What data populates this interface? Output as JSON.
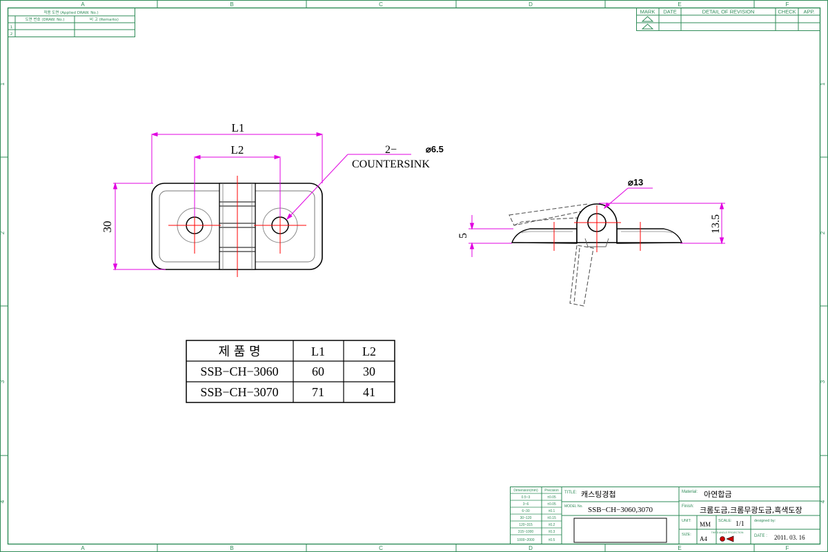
{
  "frame": {
    "col_labels": [
      "A",
      "B",
      "C",
      "D",
      "E",
      "F"
    ],
    "row_labels": [
      "1",
      "2",
      "3",
      "4"
    ]
  },
  "applied_block": {
    "title": "적용 도면 (Applied DRAW. No.)",
    "col1": "도면 번호 (DRAW. No.)",
    "col2": "비 고 (Remarks)",
    "rows": [
      "1",
      "2"
    ]
  },
  "revision_block": {
    "headers": [
      "MARK",
      "DATE",
      "DETAIL OF REVISION",
      "CHECK",
      "APP."
    ]
  },
  "front_view": {
    "dim_l1": "L1",
    "dim_l2": "L2",
    "dim_height": "30",
    "hole_note_prefix": "2−",
    "hole_note_dia": "⌀6.5",
    "hole_note_text": "COUNTERSINK"
  },
  "side_view": {
    "dia_label": "⌀13",
    "dim_5": "5",
    "dim_135": "13.5"
  },
  "spec_table": {
    "headers": [
      "제 품 명",
      "L1",
      "L2"
    ],
    "rows": [
      [
        "SSB−CH−3060",
        "60",
        "30"
      ],
      [
        "SSB−CH−3070",
        "71",
        "41"
      ]
    ]
  },
  "tolerance_table": {
    "headers": [
      "Dimension(mm)",
      "Precision"
    ],
    "rows": [
      [
        "0.5~3",
        "±0.05"
      ],
      [
        "3~6",
        "±0.05"
      ],
      [
        "6~30",
        "±0.1"
      ],
      [
        "30~120",
        "±0.15"
      ],
      [
        "120~315",
        "±0.2"
      ],
      [
        "315~1000",
        "±0.3"
      ],
      [
        "1000~2000",
        "±0.5"
      ]
    ]
  },
  "title_block": {
    "title_label": "TITLE:",
    "title_value": "캐스팅경첩",
    "model_label": "MODEL No.",
    "model_value": "SSB−CH−3060,3070",
    "material_label": "Material:",
    "material_value": "아연합금",
    "finish_label": "Finish:",
    "finish_value": "크롬도금,크롬무광도금,흑색도장",
    "unit_label": "UNIT:",
    "unit_value": "MM",
    "scale_label": "SCALE:",
    "scale_value": "1/1",
    "designed_label": "designed by:",
    "size_label": "SIZE:",
    "size_value": "A4",
    "proj_label": "THIRD ANGLE PROJECTION",
    "date_label": "DATE :",
    "date_value": "2011. 03. 16"
  }
}
